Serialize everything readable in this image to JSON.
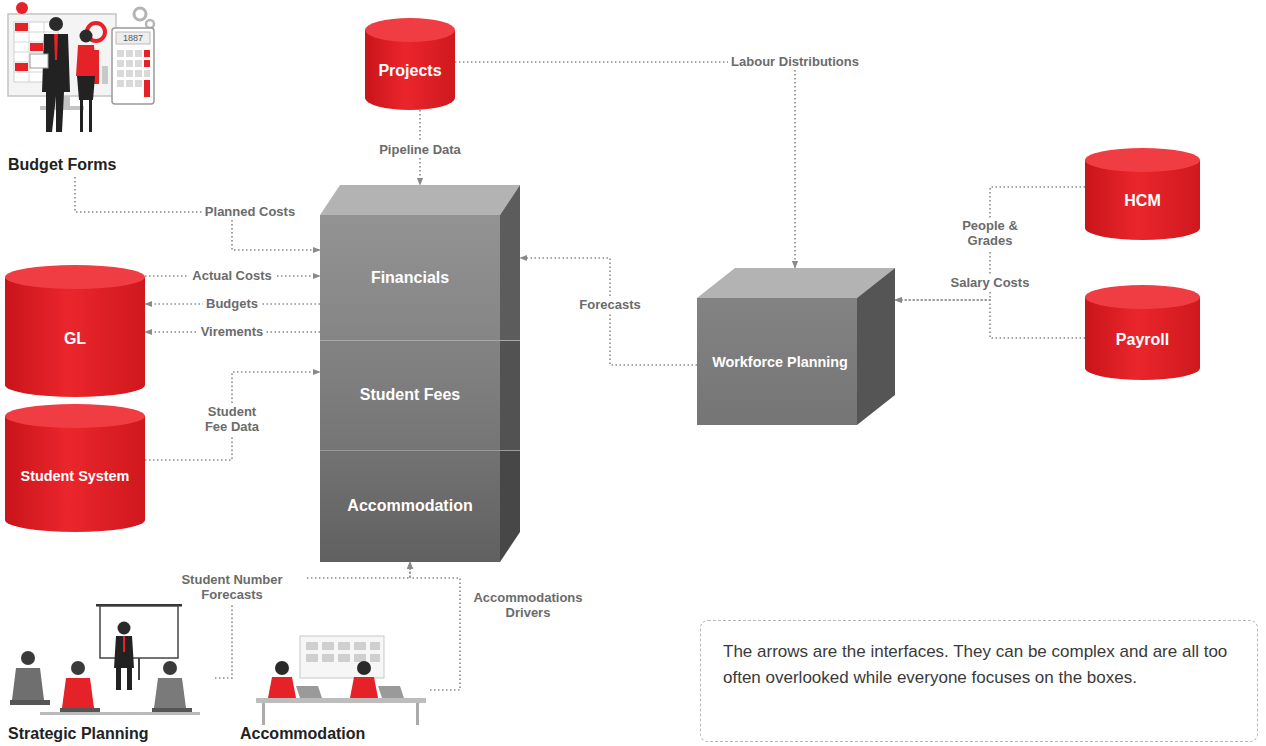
{
  "diagram": {
    "nodes": [
      {
        "text": [
          "Budget Forms"
        ]
      },
      {
        "text": [
          "Projects"
        ]
      },
      {
        "text": [
          "Financials"
        ]
      },
      {
        "text": [
          "Student Fees"
        ]
      },
      {
        "text": [
          "Accommodation"
        ]
      },
      {
        "text": [
          "GL"
        ]
      },
      {
        "text": [
          "Student System"
        ]
      },
      {
        "text": [
          "Workforce Planning"
        ]
      },
      {
        "text": [
          "HCM"
        ]
      },
      {
        "text": [
          "Payroll"
        ]
      },
      {
        "text": [
          "Strategic Planning"
        ]
      },
      {
        "text": [
          "Accommodation"
        ]
      }
    ],
    "edges": [
      {
        "from": 1,
        "to": 2,
        "label": "Pipeline Data",
        "arrow": "to"
      },
      {
        "from": 1,
        "to": 7,
        "label": "Labour Distributions",
        "arrow": "to"
      },
      {
        "from": 0,
        "to": 2,
        "label": "Planned Costs",
        "arrow": "to"
      },
      {
        "from": 5,
        "to": 2,
        "label": "Actual Costs",
        "arrow": "to"
      },
      {
        "from": 2,
        "to": 5,
        "label": "Budgets",
        "arrow": "to"
      },
      {
        "from": 2,
        "to": 5,
        "label": "Virements",
        "arrow": "to"
      },
      {
        "from": 6,
        "to": 3,
        "label": "Student Fee Data",
        "arrow": "to"
      },
      {
        "from": 10,
        "to": 4,
        "label": "Student Number Forecasts",
        "arrow": "to"
      },
      {
        "from": 11,
        "to": 4,
        "label": "Accommodations Drivers",
        "arrow": "to"
      },
      {
        "from": 7,
        "to": 2,
        "label": "Forecasts",
        "arrow": "to"
      },
      {
        "from": 8,
        "to": 7,
        "label": "People & Grades",
        "arrow": "to"
      },
      {
        "from": 9,
        "to": 7,
        "label": "Salary Costs",
        "arrow": "to"
      }
    ],
    "labels": [
      "1887",
      "The arrows are the interfaces. They can be complex and are all too often overlooked while everyone focuses on the boxes."
    ]
  }
}
